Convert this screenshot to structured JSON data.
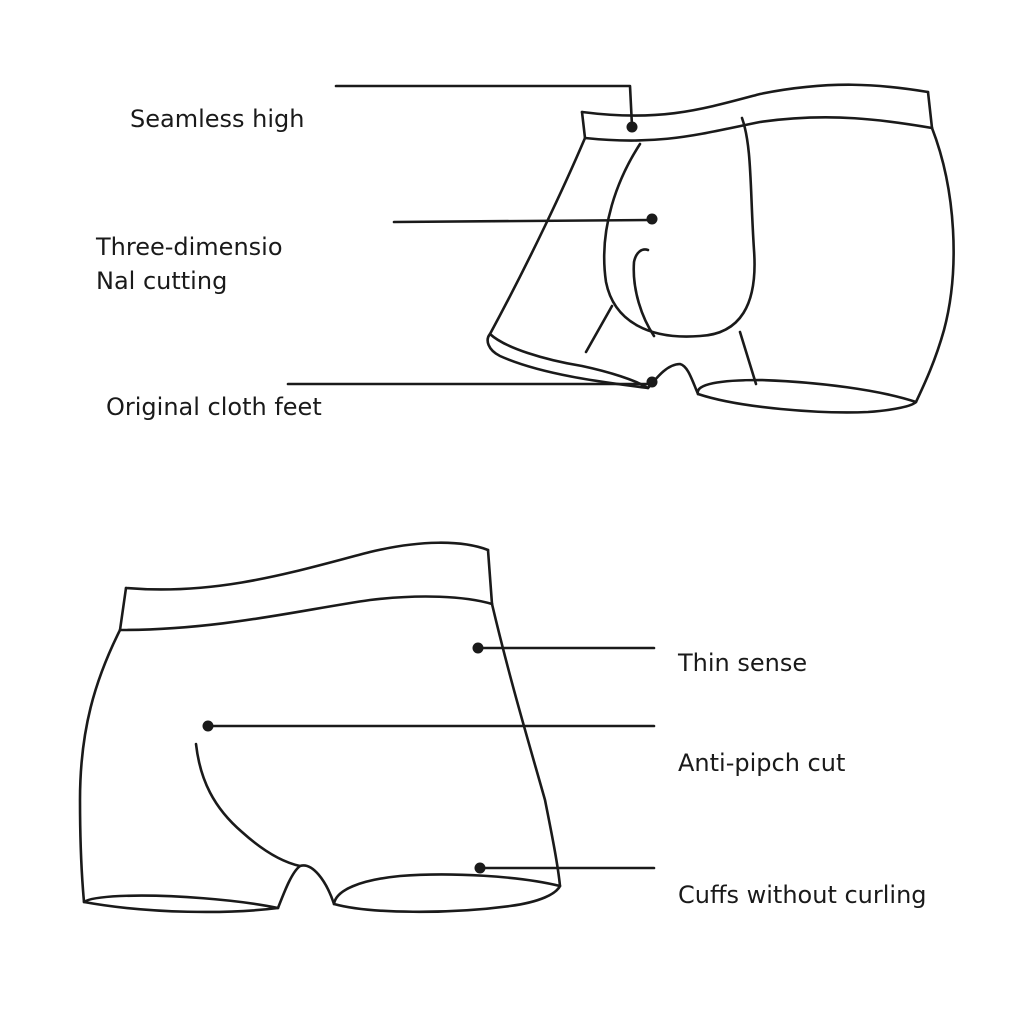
{
  "colors": {
    "ink": "#1a1a1a",
    "background": "#ffffff"
  },
  "top_view": {
    "callouts": [
      {
        "id": "seamless",
        "lines": [
          "Seamless high"
        ]
      },
      {
        "id": "three-d",
        "lines": [
          "Three-dimensio",
          "Nal cutting"
        ]
      },
      {
        "id": "cloth-feet",
        "lines": [
          "Original cloth feet"
        ]
      }
    ]
  },
  "bottom_view": {
    "callouts": [
      {
        "id": "thin-sense",
        "lines": [
          "Thin sense"
        ]
      },
      {
        "id": "anti-pinch",
        "lines": [
          "Anti-pipch cut"
        ]
      },
      {
        "id": "cuffs",
        "lines": [
          "Cuffs without curling"
        ]
      }
    ]
  }
}
